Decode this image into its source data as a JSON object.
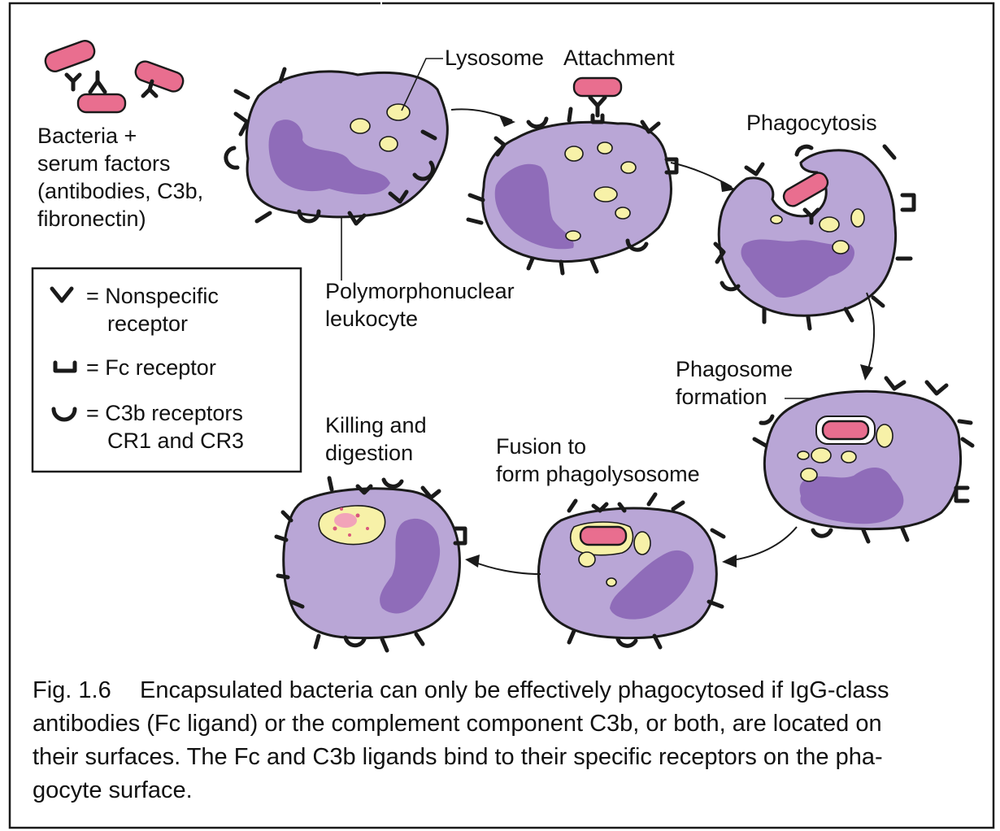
{
  "labels": {
    "bacteria": [
      "Bacteria +",
      "serum factors",
      "(antibodies, C3b,",
      "fibronectin)"
    ],
    "lysosome": "Lysosome",
    "attachment": "Attachment",
    "phagocytosis": "Phagocytosis",
    "pmn": [
      "Polymorphonuclear",
      "leukocyte"
    ],
    "phagosome": [
      "Phagosome",
      "formation"
    ],
    "fusion": [
      "Fusion to",
      "form phagolysosome"
    ],
    "killing": [
      "Killing and",
      "digestion"
    ]
  },
  "legend": {
    "nonspecific": [
      "= Nonspecific",
      "receptor"
    ],
    "fc": "= Fc receptor",
    "c3b": [
      "= C3b receptors",
      "CR1 and CR3"
    ]
  },
  "caption": {
    "fig_number": "Fig. 1.6",
    "lines": [
      "Encapsulated bacteria can only be effectively phagocytosed if IgG-class",
      "antibodies (Fc ligand) or the complement component C3b, or both, are located on",
      "their surfaces. The Fc and C3b ligands bind to their specific receptors on the pha-",
      "gocyte surface."
    ]
  },
  "colors": {
    "cell": "#b9a6d6",
    "nucleus": "#8f6cb9",
    "lysosome": "#f7f1a8",
    "bacterium": "#e96e8f"
  }
}
